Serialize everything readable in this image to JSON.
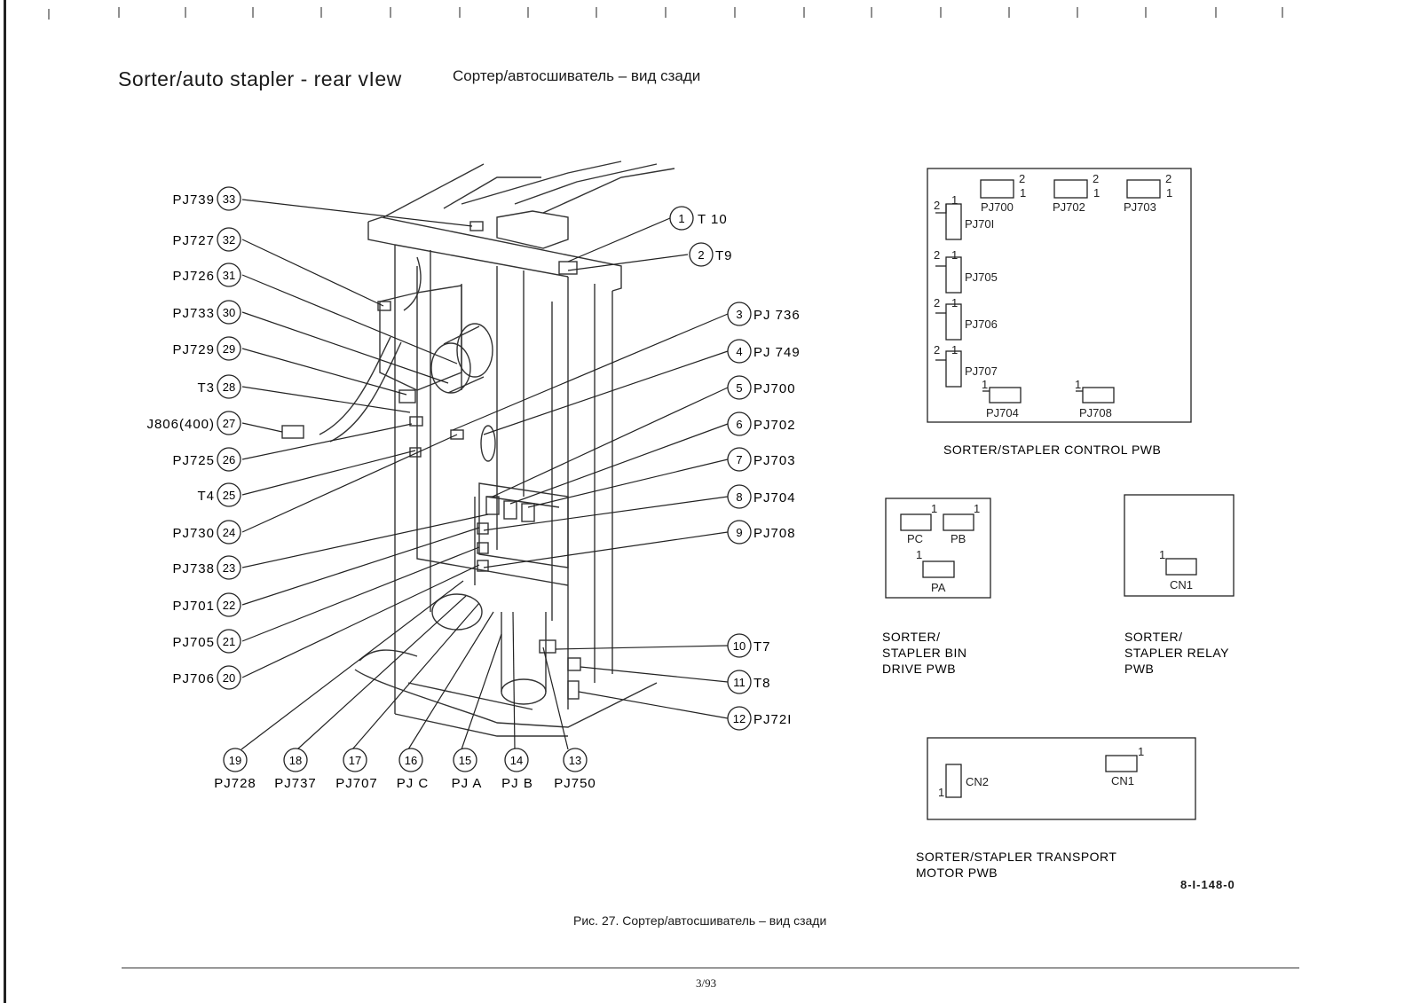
{
  "header": {
    "title_en": "Sorter/auto stapler - rear vIew",
    "title_ru": "Сортер/автосшиватель – вид сзади"
  },
  "callouts_left": [
    {
      "num": "33",
      "label": "PJ739"
    },
    {
      "num": "32",
      "label": "PJ727"
    },
    {
      "num": "31",
      "label": "PJ726"
    },
    {
      "num": "30",
      "label": "PJ733"
    },
    {
      "num": "29",
      "label": "PJ729"
    },
    {
      "num": "28",
      "label": "T3"
    },
    {
      "num": "27",
      "label": "J806(400)"
    },
    {
      "num": "26",
      "label": "PJ725"
    },
    {
      "num": "25",
      "label": "T4"
    },
    {
      "num": "24",
      "label": "PJ730"
    },
    {
      "num": "23",
      "label": "PJ738"
    },
    {
      "num": "22",
      "label": "PJ701"
    },
    {
      "num": "21",
      "label": "PJ705"
    },
    {
      "num": "20",
      "label": "PJ706"
    }
  ],
  "callouts_right": [
    {
      "num": "1",
      "label": "T 10"
    },
    {
      "num": "2",
      "label": "T9"
    },
    {
      "num": "3",
      "label": "PJ 736"
    },
    {
      "num": "4",
      "label": "PJ 749"
    },
    {
      "num": "5",
      "label": "PJ700"
    },
    {
      "num": "6",
      "label": "PJ702"
    },
    {
      "num": "7",
      "label": "PJ703"
    },
    {
      "num": "8",
      "label": "PJ704"
    },
    {
      "num": "9",
      "label": "PJ708"
    },
    {
      "num": "10",
      "label": "T7"
    },
    {
      "num": "11",
      "label": "T8"
    },
    {
      "num": "12",
      "label": "PJ72I"
    }
  ],
  "callouts_bottom": [
    {
      "num": "19",
      "label": "PJ728"
    },
    {
      "num": "18",
      "label": "PJ737"
    },
    {
      "num": "17",
      "label": "PJ707"
    },
    {
      "num": "16",
      "label": "PJ C"
    },
    {
      "num": "15",
      "label": "PJ A"
    },
    {
      "num": "14",
      "label": "PJ B"
    },
    {
      "num": "13",
      "label": "PJ750"
    }
  ],
  "control_pwb": {
    "caption": "SORTER/STAPLER CONTROL PWB",
    "connectors": {
      "pj700": "PJ700",
      "pj702": "PJ702",
      "pj703": "PJ703",
      "pj701": "PJ70I",
      "pj705": "PJ705",
      "pj706": "PJ706",
      "pj707": "PJ707",
      "pj704": "PJ704",
      "pj708": "PJ708"
    },
    "pins": {
      "one": "1",
      "two": "2"
    }
  },
  "bin_drive_pwb": {
    "caption_lines": [
      "SORTER/",
      "STAPLER BIN",
      "DRIVE PWB"
    ],
    "connectors": {
      "pc": "PC",
      "pb": "PB",
      "pa": "PA"
    }
  },
  "relay_pwb": {
    "caption_lines": [
      "SORTER/",
      "STAPLER RELAY",
      "PWB"
    ],
    "connectors": {
      "cn1": "CN1"
    }
  },
  "transport_pwb": {
    "caption_lines": [
      "SORTER/STAPLER TRANSPORT",
      "MOTOR PWB"
    ],
    "connectors": {
      "cn2": "CN2",
      "cn1": "CN1"
    }
  },
  "drawing_code": "8-I-148-0",
  "figure_caption": "Рис. 27. Сортер/автосшиватель – вид сзади",
  "page_number": "3/93"
}
